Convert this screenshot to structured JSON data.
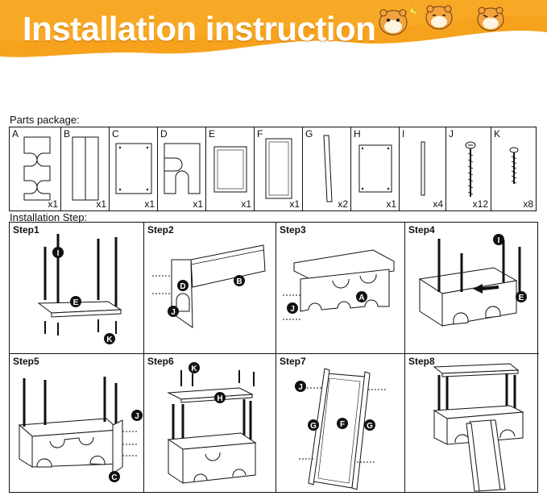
{
  "banner": {
    "title": "Installation instruction",
    "colors": {
      "banner": "#f6a21c",
      "banner_light": "#fbc15a",
      "title_text": "#ffffff"
    },
    "mascots": [
      "hamster-icon",
      "hamster-icon",
      "hamster-icon"
    ]
  },
  "parts": {
    "heading": "Parts package:",
    "items": [
      {
        "letter": "A",
        "qty": "x1"
      },
      {
        "letter": "B",
        "qty": "x1"
      },
      {
        "letter": "C",
        "qty": "x1"
      },
      {
        "letter": "D",
        "qty": "x1"
      },
      {
        "letter": "E",
        "qty": "x1"
      },
      {
        "letter": "F",
        "qty": "x1"
      },
      {
        "letter": "G",
        "qty": "x2"
      },
      {
        "letter": "H",
        "qty": "x1"
      },
      {
        "letter": "I",
        "qty": "x4"
      },
      {
        "letter": "J",
        "qty": "x12"
      },
      {
        "letter": "K",
        "qty": "x8"
      }
    ]
  },
  "installation": {
    "heading": "Installation Step:",
    "steps": [
      {
        "label": "Step1",
        "callouts": [
          "I",
          "E",
          "K"
        ]
      },
      {
        "label": "Step2",
        "callouts": [
          "D",
          "B",
          "J"
        ]
      },
      {
        "label": "Step3",
        "callouts": [
          "J",
          "A"
        ]
      },
      {
        "label": "Step4",
        "callouts": [
          "I",
          "E"
        ]
      },
      {
        "label": "Step5",
        "callouts": [
          "J",
          "C"
        ]
      },
      {
        "label": "Step6",
        "callouts": [
          "K",
          "H"
        ]
      },
      {
        "label": "Step7",
        "callouts": [
          "J",
          "G",
          "F",
          "G"
        ]
      },
      {
        "label": "Step8",
        "callouts": []
      }
    ]
  }
}
